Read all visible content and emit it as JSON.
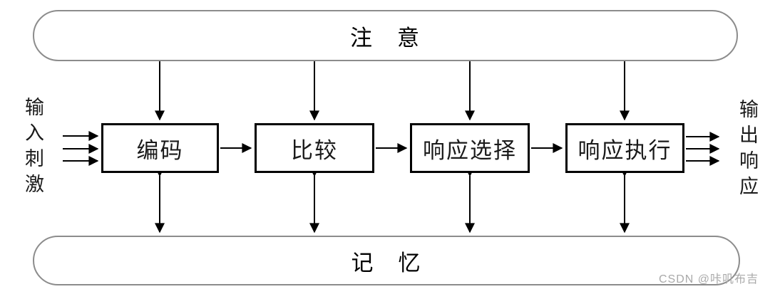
{
  "diagram": {
    "attention_label": "注　意",
    "memory_label": "记　忆",
    "input_label": "输入刺激",
    "output_label": "输出响应",
    "boxes": [
      {
        "label": "编码"
      },
      {
        "label": "比较"
      },
      {
        "label": "响应选择"
      },
      {
        "label": "响应执行"
      }
    ],
    "colors": {
      "background": "#ffffff",
      "box_border": "#000000",
      "stadium_border": "#8c8c8c",
      "arrow": "#000000",
      "watermark": "#a9a9a9"
    },
    "icons": {
      "arrowhead": "filled-triangle"
    }
  },
  "watermark": {
    "text": "CSDN @咔叽布吉"
  }
}
